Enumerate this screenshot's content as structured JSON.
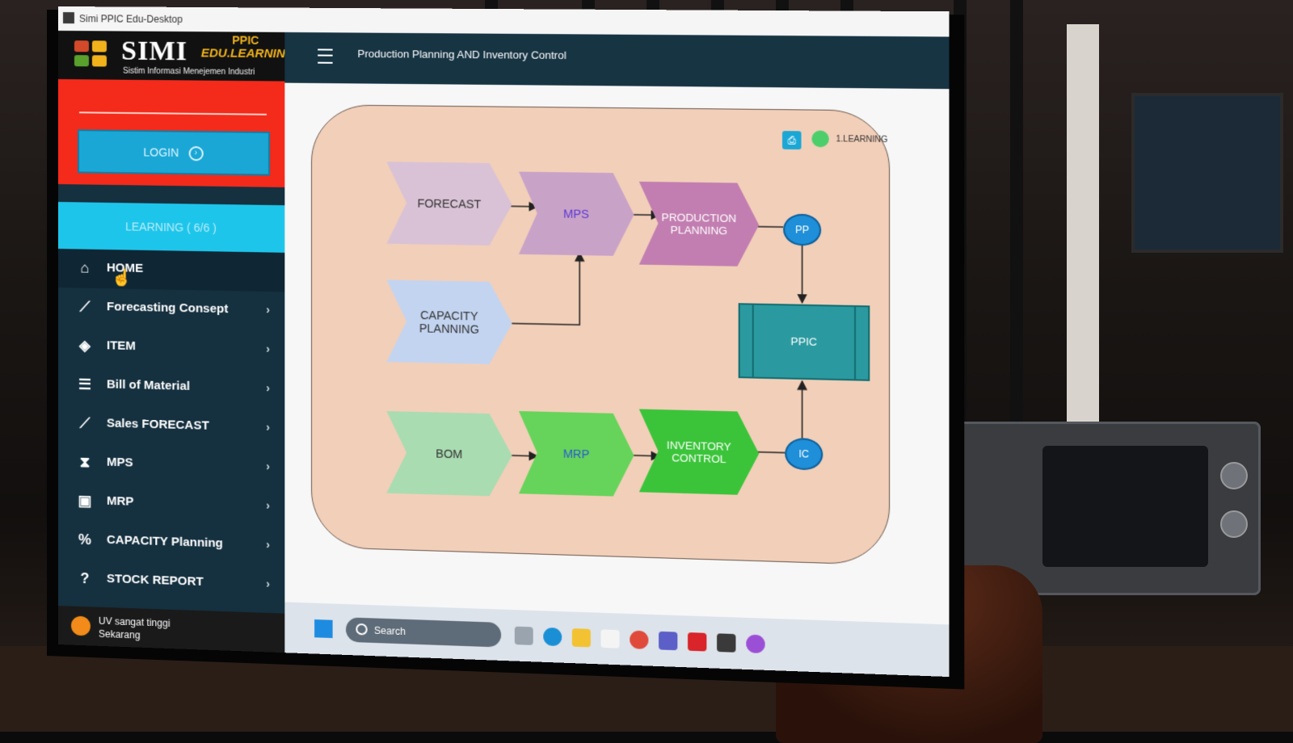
{
  "window": {
    "title": "Simi PPIC Edu-Desktop"
  },
  "brand": {
    "name": "SIMI",
    "ppic": "PPIC",
    "edu": "EDU.LEARNING",
    "subtitle": "Sistim Informasi Menejemen Industri"
  },
  "login": {
    "label": "LOGIN"
  },
  "learning": {
    "label": "LEARNING ( 6/6 )"
  },
  "nav": [
    {
      "label": "HOME",
      "icon": "home-icon"
    },
    {
      "label": "Forecasting Consept",
      "icon": "line-chart-icon"
    },
    {
      "label": "ITEM",
      "icon": "tag-icon"
    },
    {
      "label": "Bill of Material",
      "icon": "list-icon"
    },
    {
      "label": "Sales FORECAST",
      "icon": "line-chart-icon"
    },
    {
      "label": "MPS",
      "icon": "hourglass-icon"
    },
    {
      "label": "MRP",
      "icon": "clipboard-icon"
    },
    {
      "label": "CAPACITY Planning",
      "icon": "percent-icon"
    },
    {
      "label": "STOCK REPORT",
      "icon": "question-icon"
    }
  ],
  "header": {
    "title": "Production Planning AND Inventory Control"
  },
  "user": {
    "name": "1.LEARNING",
    "status_color": "#4ccf6b"
  },
  "diagram": {
    "forecast": "FORECAST",
    "mps": "MPS",
    "production_planning": [
      "PRODUCTION",
      "PLANNING"
    ],
    "pp": "PP",
    "capacity_planning": [
      "CAPACITY",
      "PLANNING"
    ],
    "ppic": "PPIC",
    "bom": "BOM",
    "mrp": "MRP",
    "inventory_control": [
      "INVENTORY",
      "CONTROL"
    ],
    "ic": "IC"
  },
  "taskbar": {
    "search": "Search"
  },
  "notification": {
    "line1": "UV sangat tinggi",
    "line2": "Sekarang"
  },
  "colors": {
    "accent": "#1aa7d6",
    "login_panel": "#f42a1b",
    "sidebar": "#15303f",
    "learning": "#1ec5ea"
  }
}
